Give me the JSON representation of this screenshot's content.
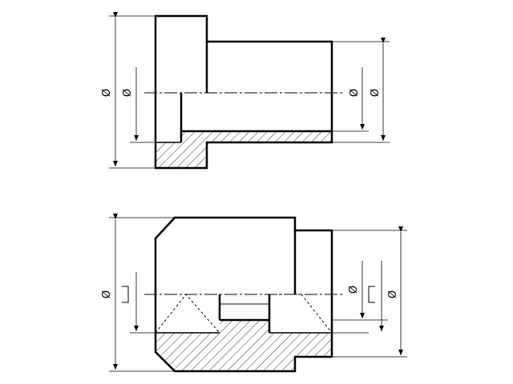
{
  "colors": {
    "ink": "#000000",
    "background": "#ffffff"
  },
  "top_view": {
    "dims": {
      "outer_left": "Ø",
      "inner_left": "Ø",
      "inner_right": "Ø",
      "outer_right": "Ø"
    }
  },
  "bottom_view": {
    "dims": {
      "outer_left": "Ø",
      "inner_right": "Ø",
      "outer_right": "Ø"
    },
    "symbols": {
      "square_left": "square-dimension-symbol",
      "square_right": "square-dimension-symbol"
    }
  }
}
